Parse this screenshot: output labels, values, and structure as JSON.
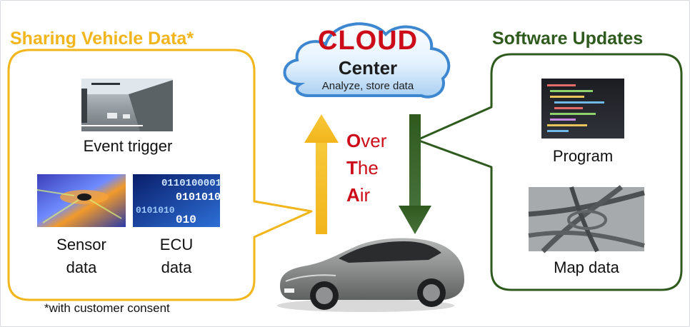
{
  "sharing": {
    "title": "Sharing Vehicle Data*",
    "items": {
      "event": "Event trigger",
      "sensor_line1": "Sensor",
      "sensor_line2": "data",
      "ecu_line1": "ECU",
      "ecu_line2": "data"
    },
    "ecu_image_digits": [
      "0110100001",
      "0101010",
      "0101010",
      "010"
    ],
    "footnote": "*with customer consent"
  },
  "cloud": {
    "title": "CLOUD",
    "center": "Center",
    "subtitle": "Analyze, store data"
  },
  "ota": {
    "line1_initial": "O",
    "line1_rest": "ver",
    "line2_initial": "T",
    "line2_rest": "he",
    "line3_initial": "A",
    "line3_rest": "ir"
  },
  "updates": {
    "title": "Software Updates",
    "items": {
      "program": "Program",
      "map": "Map data"
    }
  },
  "colors": {
    "sharing": "#f2b51b",
    "updates": "#2f5a1e",
    "upload_arrow": "#f2b51b",
    "download_arrow": "#3a5f2a",
    "ota_text": "#cc0c18",
    "cloud_title": "#cc0c18",
    "cloud_fill": "#cfe6fb",
    "car_body": "#8a8c8c"
  }
}
